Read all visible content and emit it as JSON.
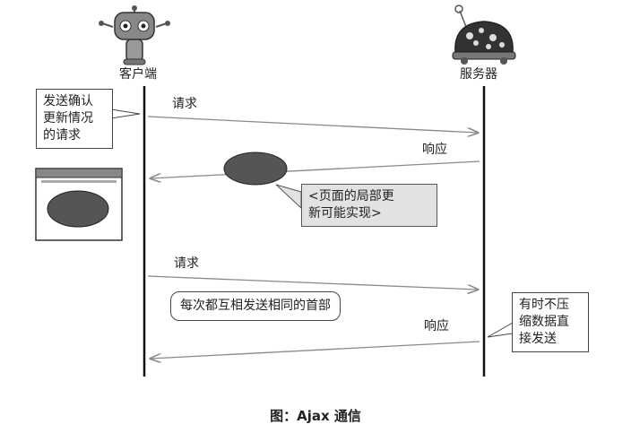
{
  "participants": {
    "client": "客户端",
    "server": "服务器"
  },
  "messages": {
    "request1": "请求",
    "response1": "响应",
    "request2": "请求",
    "response2": "响应"
  },
  "notes": {
    "send_confirm": "发送确认\n更新情况\n的请求",
    "partial_update": "<页面的局部更\n新可能实现>",
    "same_header": "每次都互相发送相同的首部",
    "no_compress": "有时不压\n缩数据直\n接发送"
  },
  "caption": "图：Ajax 通信"
}
